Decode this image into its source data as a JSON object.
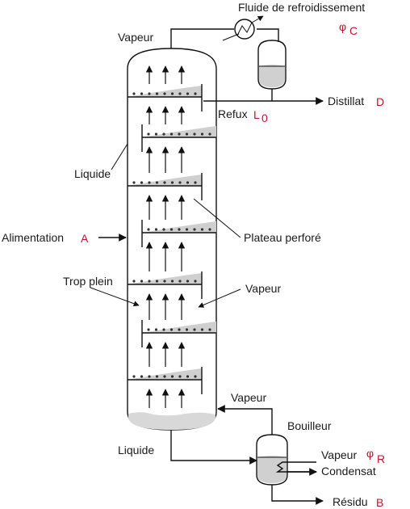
{
  "labels": {
    "coolant": "Fluide de refroidissement",
    "coolant_symbol": "φ",
    "coolant_sub": "C",
    "vapeur_top": "Vapeur",
    "distillat": "Distillat",
    "distillat_letter": "D",
    "reflux": "Refux",
    "reflux_letter": "L",
    "reflux_sub": "0",
    "liquide_left": "Liquide",
    "alimentation": "Alimentation",
    "alimentation_letter": "A",
    "plateau": "Plateau perforé",
    "trop_plein": "Trop plein",
    "vapeur_mid": "Vapeur",
    "vapeur_bottom": "Vapeur",
    "bouilleur": "Bouilleur",
    "liquide_bottom": "Liquide",
    "vapeur_heat": "Vapeur",
    "heat_symbol": "φ",
    "heat_sub": "R",
    "condensat": "Condensat",
    "residu": "Résidu",
    "residu_letter": "B"
  },
  "colors": {
    "ink": "#111111",
    "accent": "#c8102e"
  }
}
